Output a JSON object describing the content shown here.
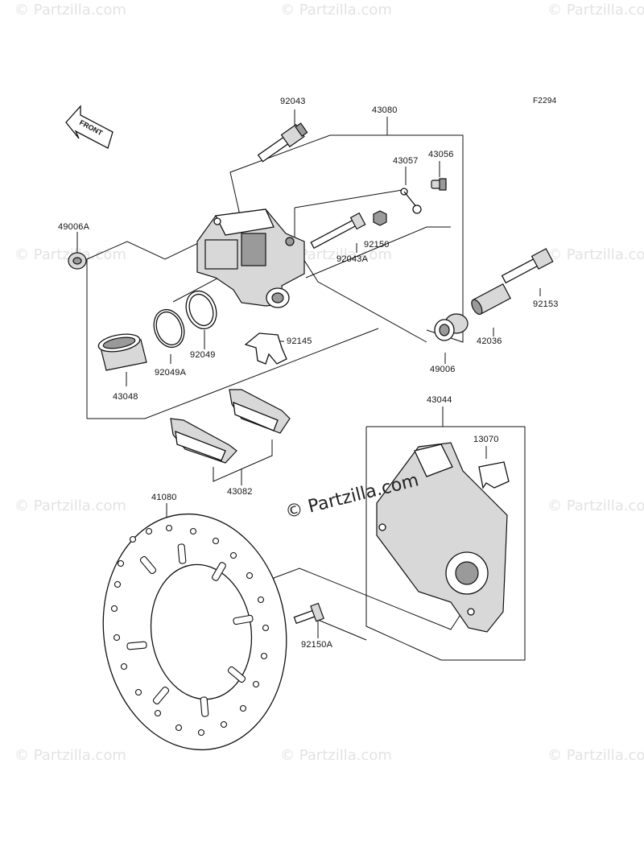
{
  "figure_code": "F2294",
  "front_label": "FRONT",
  "watermark": "© Partzilla.com",
  "center_watermark": "© Partzilla.com",
  "parts": {
    "p92043": "92043",
    "p43080": "43080",
    "p43057": "43057",
    "p43056": "43056",
    "p49006A": "49006A",
    "p92150": "92150",
    "p92043A": "92043A",
    "p92153": "92153",
    "p42036": "42036",
    "p49006": "49006",
    "p92145": "92145",
    "p92049": "92049",
    "p92049A": "92049A",
    "p43048": "43048",
    "p43082": "43082",
    "p43044": "43044",
    "p13070": "13070",
    "p41080": "41080",
    "p92150A": "92150A"
  }
}
